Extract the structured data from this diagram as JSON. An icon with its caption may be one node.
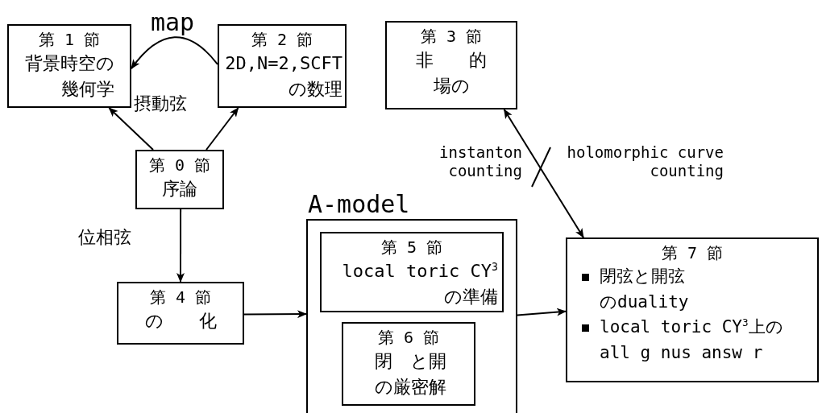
{
  "diagram": {
    "nodes": [
      {
        "text": [
          "第 1 節",
          "背景時空の幾何学"
        ]
      },
      {
        "text": [
          "第 2 節",
          "2D,N=2,SCFTの数理"
        ]
      },
      {
        "text": [
          "第 3 節",
          "非　　的場の"
        ]
      },
      {
        "text": [
          "第 0 節",
          "序論"
        ]
      },
      {
        "text": [
          "第 4 節",
          "の　　化"
        ]
      },
      {
        "text": [
          "A-model"
        ]
      },
      {
        "text": [
          "第 5 節",
          "local toric CY$^{3}$の準備"
        ],
        "in": 5
      },
      {
        "text": [
          "第 6 節",
          "閉　と開の厳密解"
        ],
        "in": 5
      },
      {
        "text": [
          "第 7 節",
          "閉弦と開弦のduality",
          "local toric CY$^{3}$上のall g nus answ r"
        ]
      }
    ],
    "edges": [
      {
        "from": 3,
        "to": 0,
        "arrow": "to"
      },
      {
        "from": 3,
        "to": 1,
        "arrow": "to"
      },
      {
        "from": 1,
        "to": 0,
        "arrow": "to",
        "label": "map"
      },
      {
        "from": 3,
        "to": 4,
        "arrow": "to",
        "label": "位相弦"
      },
      {
        "from": 4,
        "to": 5,
        "arrow": "to"
      },
      {
        "from": 5,
        "to": 8,
        "arrow": "to"
      },
      {
        "from": 2,
        "to": 8,
        "arrow": "both"
      }
    ],
    "labels": [
      "摂動弦",
      "instanton counting",
      "holomorphic curve counting"
    ]
  }
}
